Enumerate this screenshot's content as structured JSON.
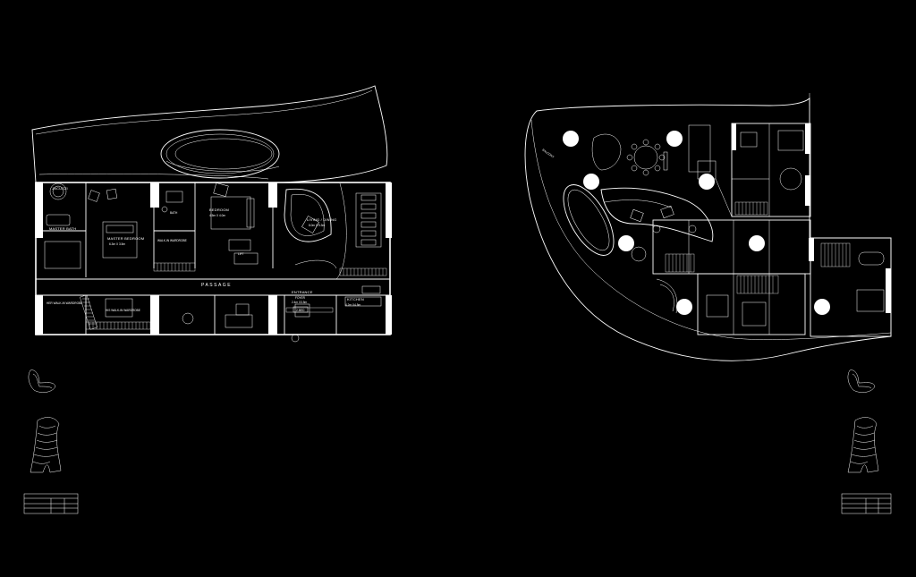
{
  "left_plan": {
    "rooms": {
      "jacuzzi": "JACUZZI",
      "master_bath": "MASTER BATH",
      "master_bedroom": "MASTER BEDROOM",
      "master_bedroom_dim": "6.3m X 3.5m",
      "walk_in_wardrobe": "WALK-IN WARDROBE",
      "bedroom": "BEDROOM",
      "bedroom_dim": "4.5m X 4.0m",
      "bath": "BATH",
      "living_dining": "LIVING / DINING",
      "living_dining_dim": "8.0m X 5.3m",
      "her_walk_in": "HER WALK-IN WARDROBE",
      "his_walk_in": "HIS WALK-IN WARDROBE",
      "passage": "PASSAGE",
      "entrance": "ENTRANCE",
      "entrance_sub": "FOYER",
      "entrance_dim": "2.4m X3.5m",
      "kitchen": "KITCHEN",
      "kitchen_dim": "4.2m X4.5m",
      "lift": "LIFT",
      "unit_tag": "2-BED"
    }
  },
  "right_plan": {
    "rooms": {
      "balcony": "BALCONY"
    }
  },
  "colors": {
    "background": "#000000",
    "lines": "#ffffff"
  }
}
